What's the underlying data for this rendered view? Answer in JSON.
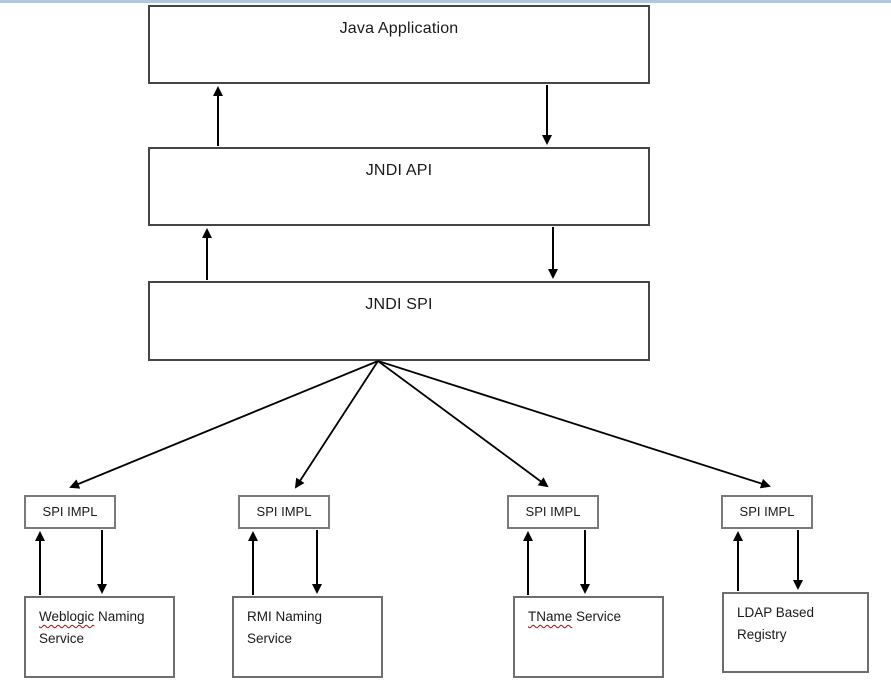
{
  "diagram": {
    "nodes": {
      "java_application": {
        "label": "Java Application"
      },
      "jndi_api": {
        "label": "JNDI API"
      },
      "jndi_spi": {
        "label": "JNDI SPI"
      }
    },
    "spi_impls": [
      {
        "label": "SPI IMPL"
      },
      {
        "label": "SPI IMPL"
      },
      {
        "label": "SPI IMPL"
      },
      {
        "label": "SPI IMPL"
      }
    ],
    "services": [
      {
        "misspelled_word": "Weblogic",
        "line1_rest": " Naming",
        "line2": "Service"
      },
      {
        "misspelled_word": "",
        "line1_rest": "RMI Naming",
        "line2": "Service"
      },
      {
        "misspelled_word": "TName",
        "line1_rest": " Service",
        "line2": ""
      },
      {
        "misspelled_word": "",
        "line1_rest": "LDAP Based",
        "line2": "Registry"
      }
    ],
    "colors": {
      "large_box_border": "#454545",
      "small_box_border": "#7a7a7a",
      "arrow": "#000000",
      "spellcheck_underline": "#c00000",
      "top_strip": "#b3c7da",
      "background": "#ffffff",
      "text": "#1a1a1a"
    }
  }
}
